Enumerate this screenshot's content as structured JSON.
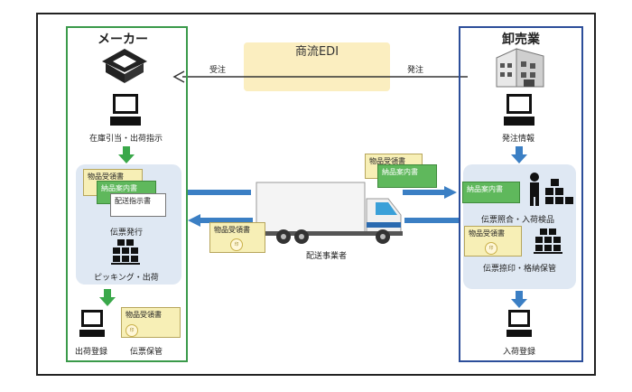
{
  "maker": {
    "title": "メーカー",
    "inventory_label": "在庫引当・出荷指示",
    "slip_issue_label": "伝票発行",
    "picking_label": "ピッキング・出荷",
    "ship_register_label": "出荷登録",
    "slip_keep_label": "伝票保管",
    "docs": {
      "receipt": "物品受領書",
      "delivery_note": "納品案内書",
      "delivery_instruction": "配送指示書",
      "receipt_bottom": "物品受領書"
    }
  },
  "wholesaler": {
    "title": "卸売業",
    "order_info_label": "発注情報",
    "slip_check_label": "伝票照合・入荷検品",
    "slip_stamp_label": "伝票捺印・格納保管",
    "receive_register_label": "入荷登録",
    "docs": {
      "delivery_note": "納品案内書",
      "receipt": "物品受領書"
    }
  },
  "edi": {
    "title": "商流EDI",
    "order_received": "受注",
    "order_placed": "発注"
  },
  "transport": {
    "carrier_label": "配送事業者",
    "docs": {
      "receipt_top": "物品受領書",
      "delivery_note_top": "納品案内書",
      "receipt_return": "物品受領書"
    }
  },
  "seal_text": "印",
  "colors": {
    "maker_border": "#3a9a4a",
    "wholesaler_border": "#2c4e9a",
    "flow_arrow_green": "#3aa84a",
    "flow_arrow_blue": "#3b7fc4",
    "doc_yellow": "#f7efb6",
    "doc_green": "#5fb85c",
    "edi_band": "#fbeec0"
  },
  "icons": [
    "factory-icon",
    "computer-icon",
    "boxes-icon",
    "warehouse-icon",
    "worker-icon",
    "truck-icon",
    "seal-icon"
  ]
}
